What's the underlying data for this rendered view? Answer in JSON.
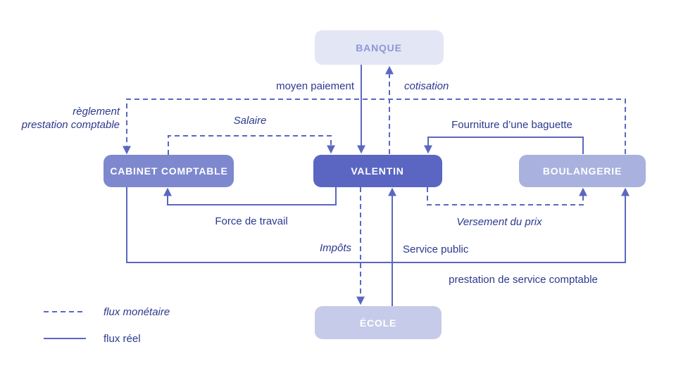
{
  "nodes": {
    "banque": {
      "label": "BANQUE"
    },
    "cabinet_comptable": {
      "label": "CABINET COMPTABLE"
    },
    "valentin": {
      "label": "VALENTIN"
    },
    "boulangerie": {
      "label": "BOULANGERIE"
    },
    "ecole": {
      "label": "ÉCOLE"
    }
  },
  "flows": {
    "reglement_prestation_comptable": {
      "label_line1": "règlement",
      "label_line2": "prestation comptable",
      "type": "flux monétaire",
      "from": "boulangerie",
      "to": "cabinet_comptable"
    },
    "salaire": {
      "label": "Salaire",
      "type": "flux monétaire",
      "from": "cabinet_comptable",
      "to": "valentin"
    },
    "moyen_paiement": {
      "label": "moyen paiement",
      "type": "flux réel",
      "from": "banque",
      "to": "valentin"
    },
    "cotisation": {
      "label": "cotisation",
      "type": "flux monétaire",
      "from": "valentin",
      "to": "banque"
    },
    "fourniture_baguette": {
      "label": "Fourniture d’une baguette",
      "type": "flux réel",
      "from": "boulangerie",
      "to": "valentin"
    },
    "force_de_travail": {
      "label": "Force de travail",
      "type": "flux réel",
      "from": "valentin",
      "to": "cabinet_comptable"
    },
    "versement_du_prix": {
      "label": "Versement du prix",
      "type": "flux monétaire",
      "from": "valentin",
      "to": "boulangerie"
    },
    "impots": {
      "label": "Impôts",
      "type": "flux monétaire",
      "from": "valentin",
      "to": "ecole"
    },
    "service_public": {
      "label": "Service public",
      "type": "flux réel",
      "from": "ecole",
      "to": "valentin"
    },
    "prestation_service_comptable": {
      "label": "prestation de service comptable",
      "type": "flux réel",
      "from": "cabinet_comptable",
      "to": "boulangerie"
    }
  },
  "legend": {
    "flux_monetaire": "flux monétaire",
    "flux_reel": "flux réel"
  },
  "colors": {
    "line": "#5b67c1",
    "label_text": "#2c398e",
    "node_text": "#ffffff",
    "banque_fill": "#e3e6f5",
    "banque_text": "#8e96d8",
    "cabinet_comptable_fill": "#7d88cf",
    "valentin_fill": "#5a66c2",
    "boulangerie_fill": "#a9b1de",
    "ecole_fill": "#c6cbe9"
  }
}
